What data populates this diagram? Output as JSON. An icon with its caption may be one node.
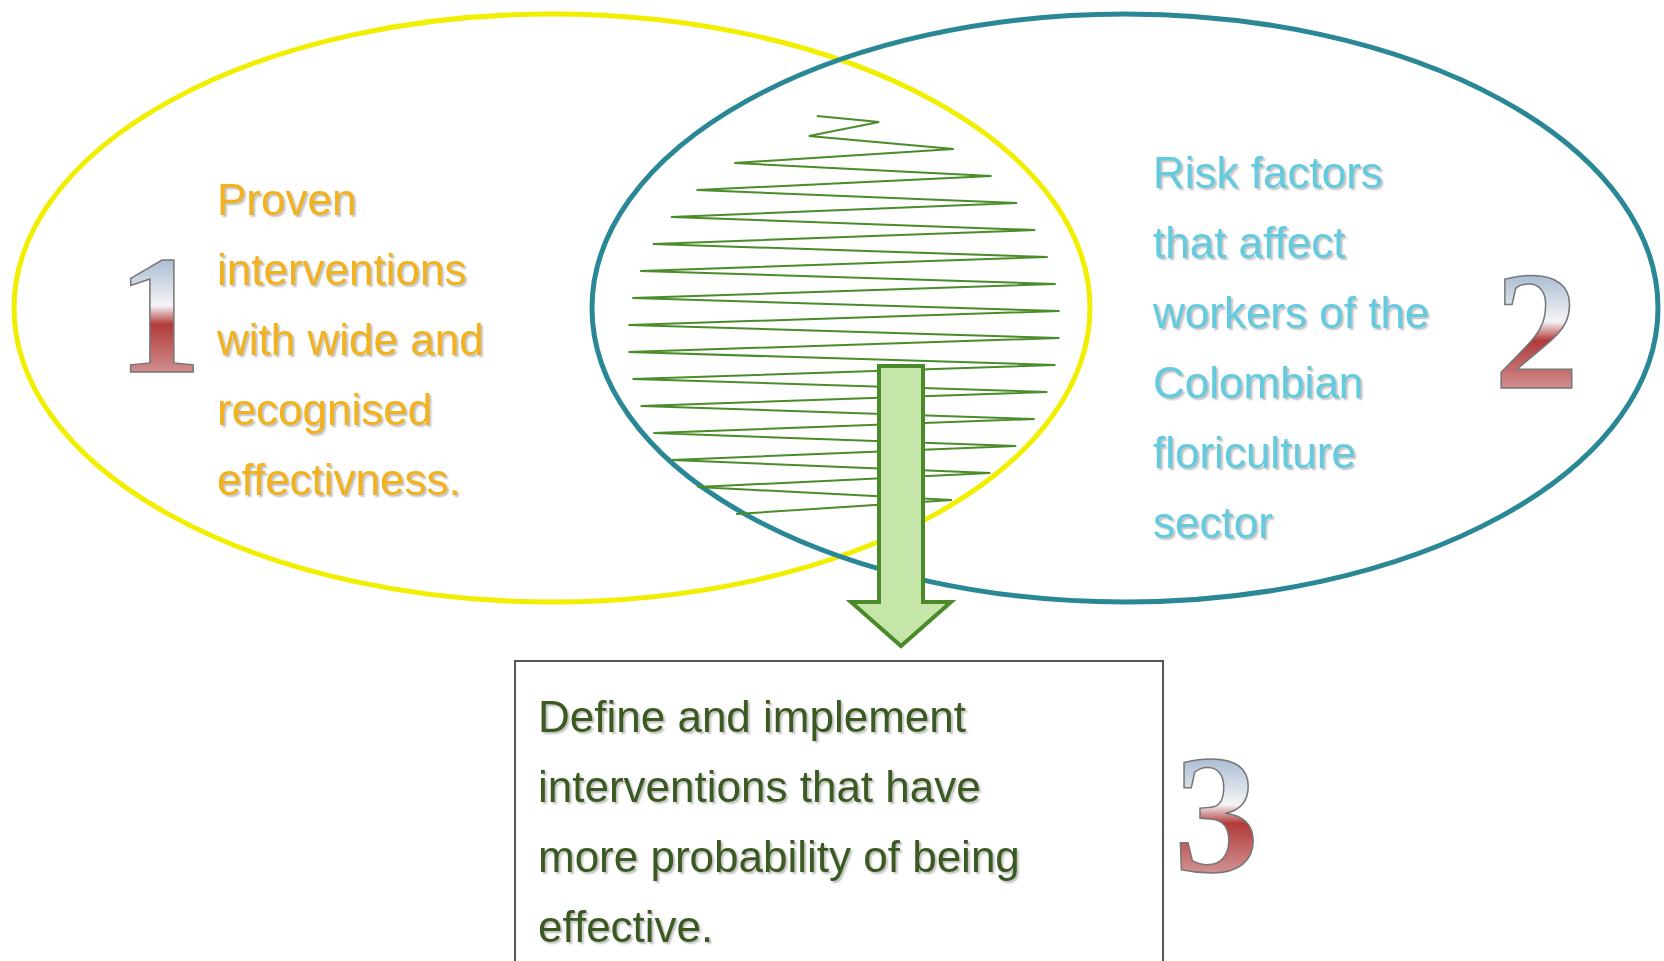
{
  "diagram": {
    "nodes": [
      {
        "text": [
          "1",
          "Proven interventions with wide and recognised effectivness."
        ]
      },
      {
        "text": [
          "Risk factors that affect workers of the Colombian floriculture sector",
          "2"
        ]
      },
      {
        "text": [],
        "shape": "scribble"
      },
      {
        "text": [
          "Define and implement interventions that have more probability of being effective."
        ],
        "beside": [
          "3"
        ]
      }
    ],
    "edges": [
      {
        "from": 2,
        "to": 3,
        "arrow": "to",
        "style": "thick"
      }
    ]
  }
}
